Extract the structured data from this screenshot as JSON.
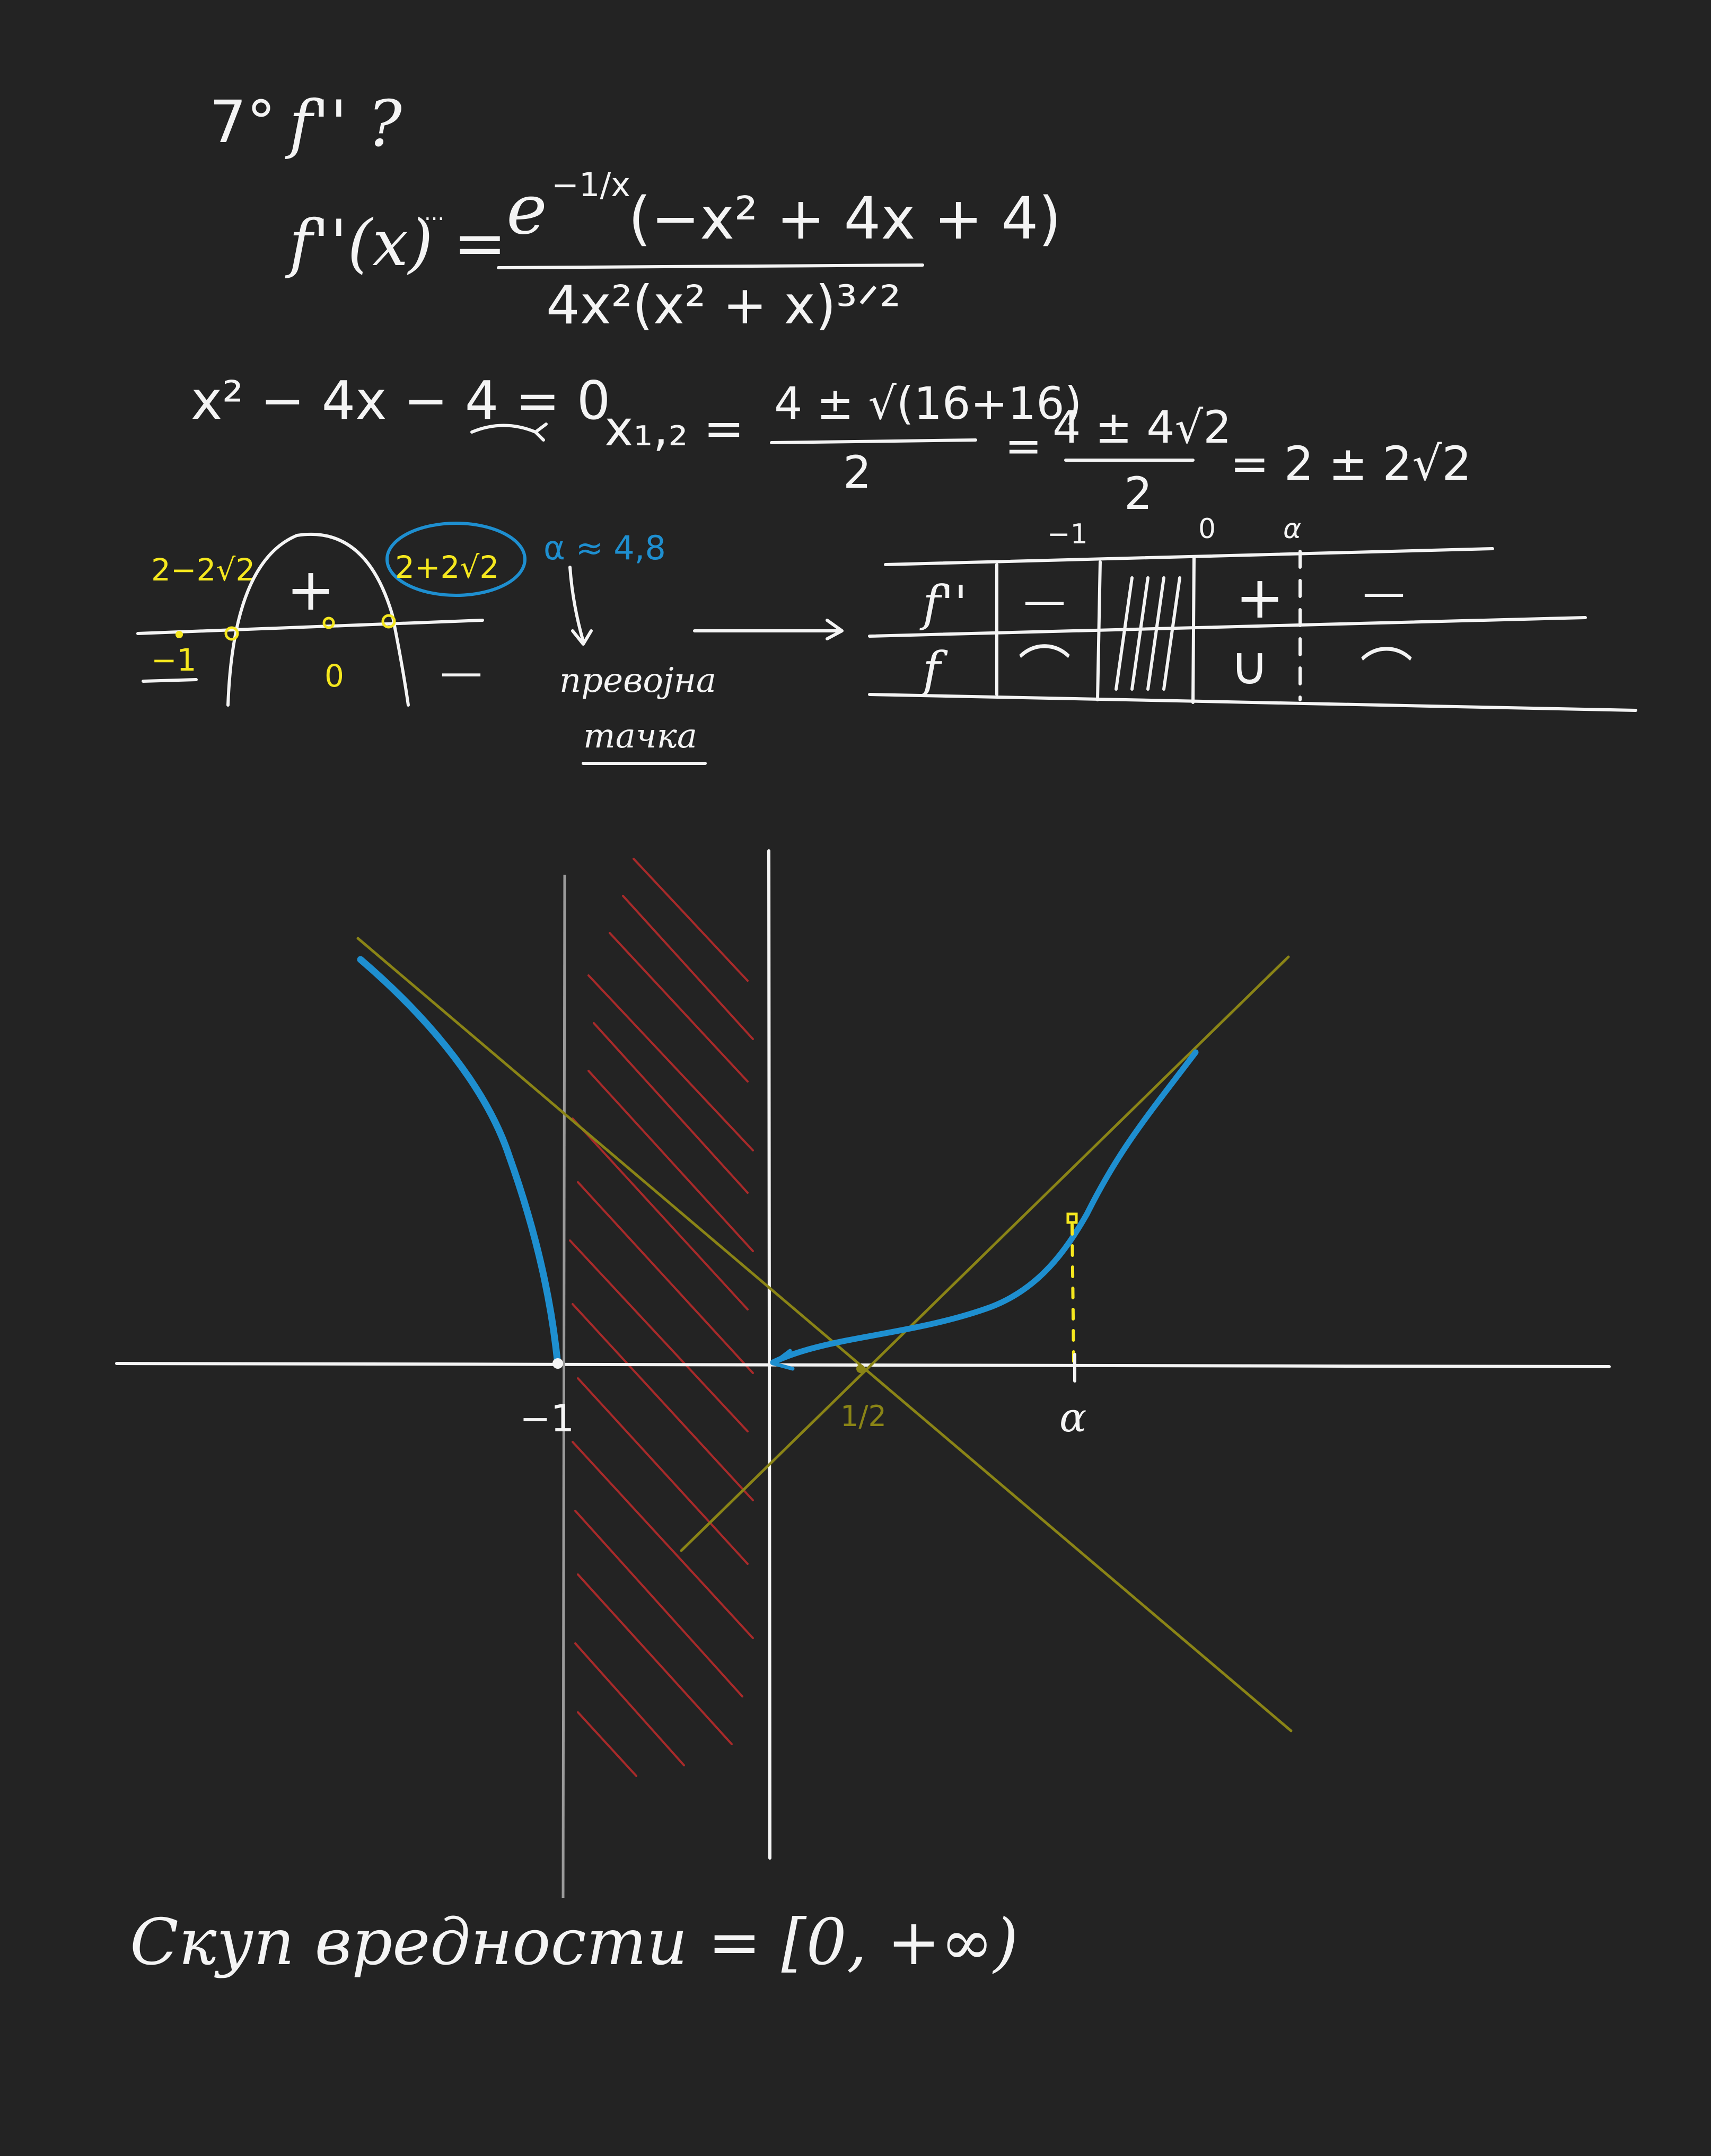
{
  "header": {
    "item_number": "7°",
    "question": "f'' ?"
  },
  "second_derivative": {
    "lhs": "f''(x) =",
    "lhs_dots": "...",
    "num_exp_base": "e",
    "num_exp_power": "−1/x",
    "num_factor": "(−x² + 4x + 4)",
    "denominator": "4x²(x² + x)³ᐟ²"
  },
  "quadratic": {
    "equation": "x² − 4x − 4 = 0",
    "roots_label": "x₁,₂ =",
    "step1_num": "4 ± √(16+16)",
    "step1_den": "2",
    "step2_num": "4 ± 4√2",
    "step2_den": "2",
    "result": "= 2 ± 2√2"
  },
  "sign_sketch": {
    "left_root": "2−2√2",
    "right_root": "2+2√2",
    "plus": "+",
    "minus": "—",
    "minus_one": "−1",
    "zero": "0",
    "alpha_approx": "α ≈ 4,8",
    "note_line1": "превојна",
    "note_line2": "тачка"
  },
  "sign_table": {
    "top_labels": [
      "−1",
      "0",
      "α"
    ],
    "row1_label": "f''",
    "row1_cells": [
      "—",
      "+",
      "—"
    ],
    "row2_label": "f",
    "row2_cells": [
      "⌒",
      "∪",
      "⌒"
    ]
  },
  "graph": {
    "label_minus_one": "−1",
    "label_half": "1/2",
    "label_alpha": "α"
  },
  "conclusion": {
    "text": "Скуп вредности = [0, +∞)"
  }
}
